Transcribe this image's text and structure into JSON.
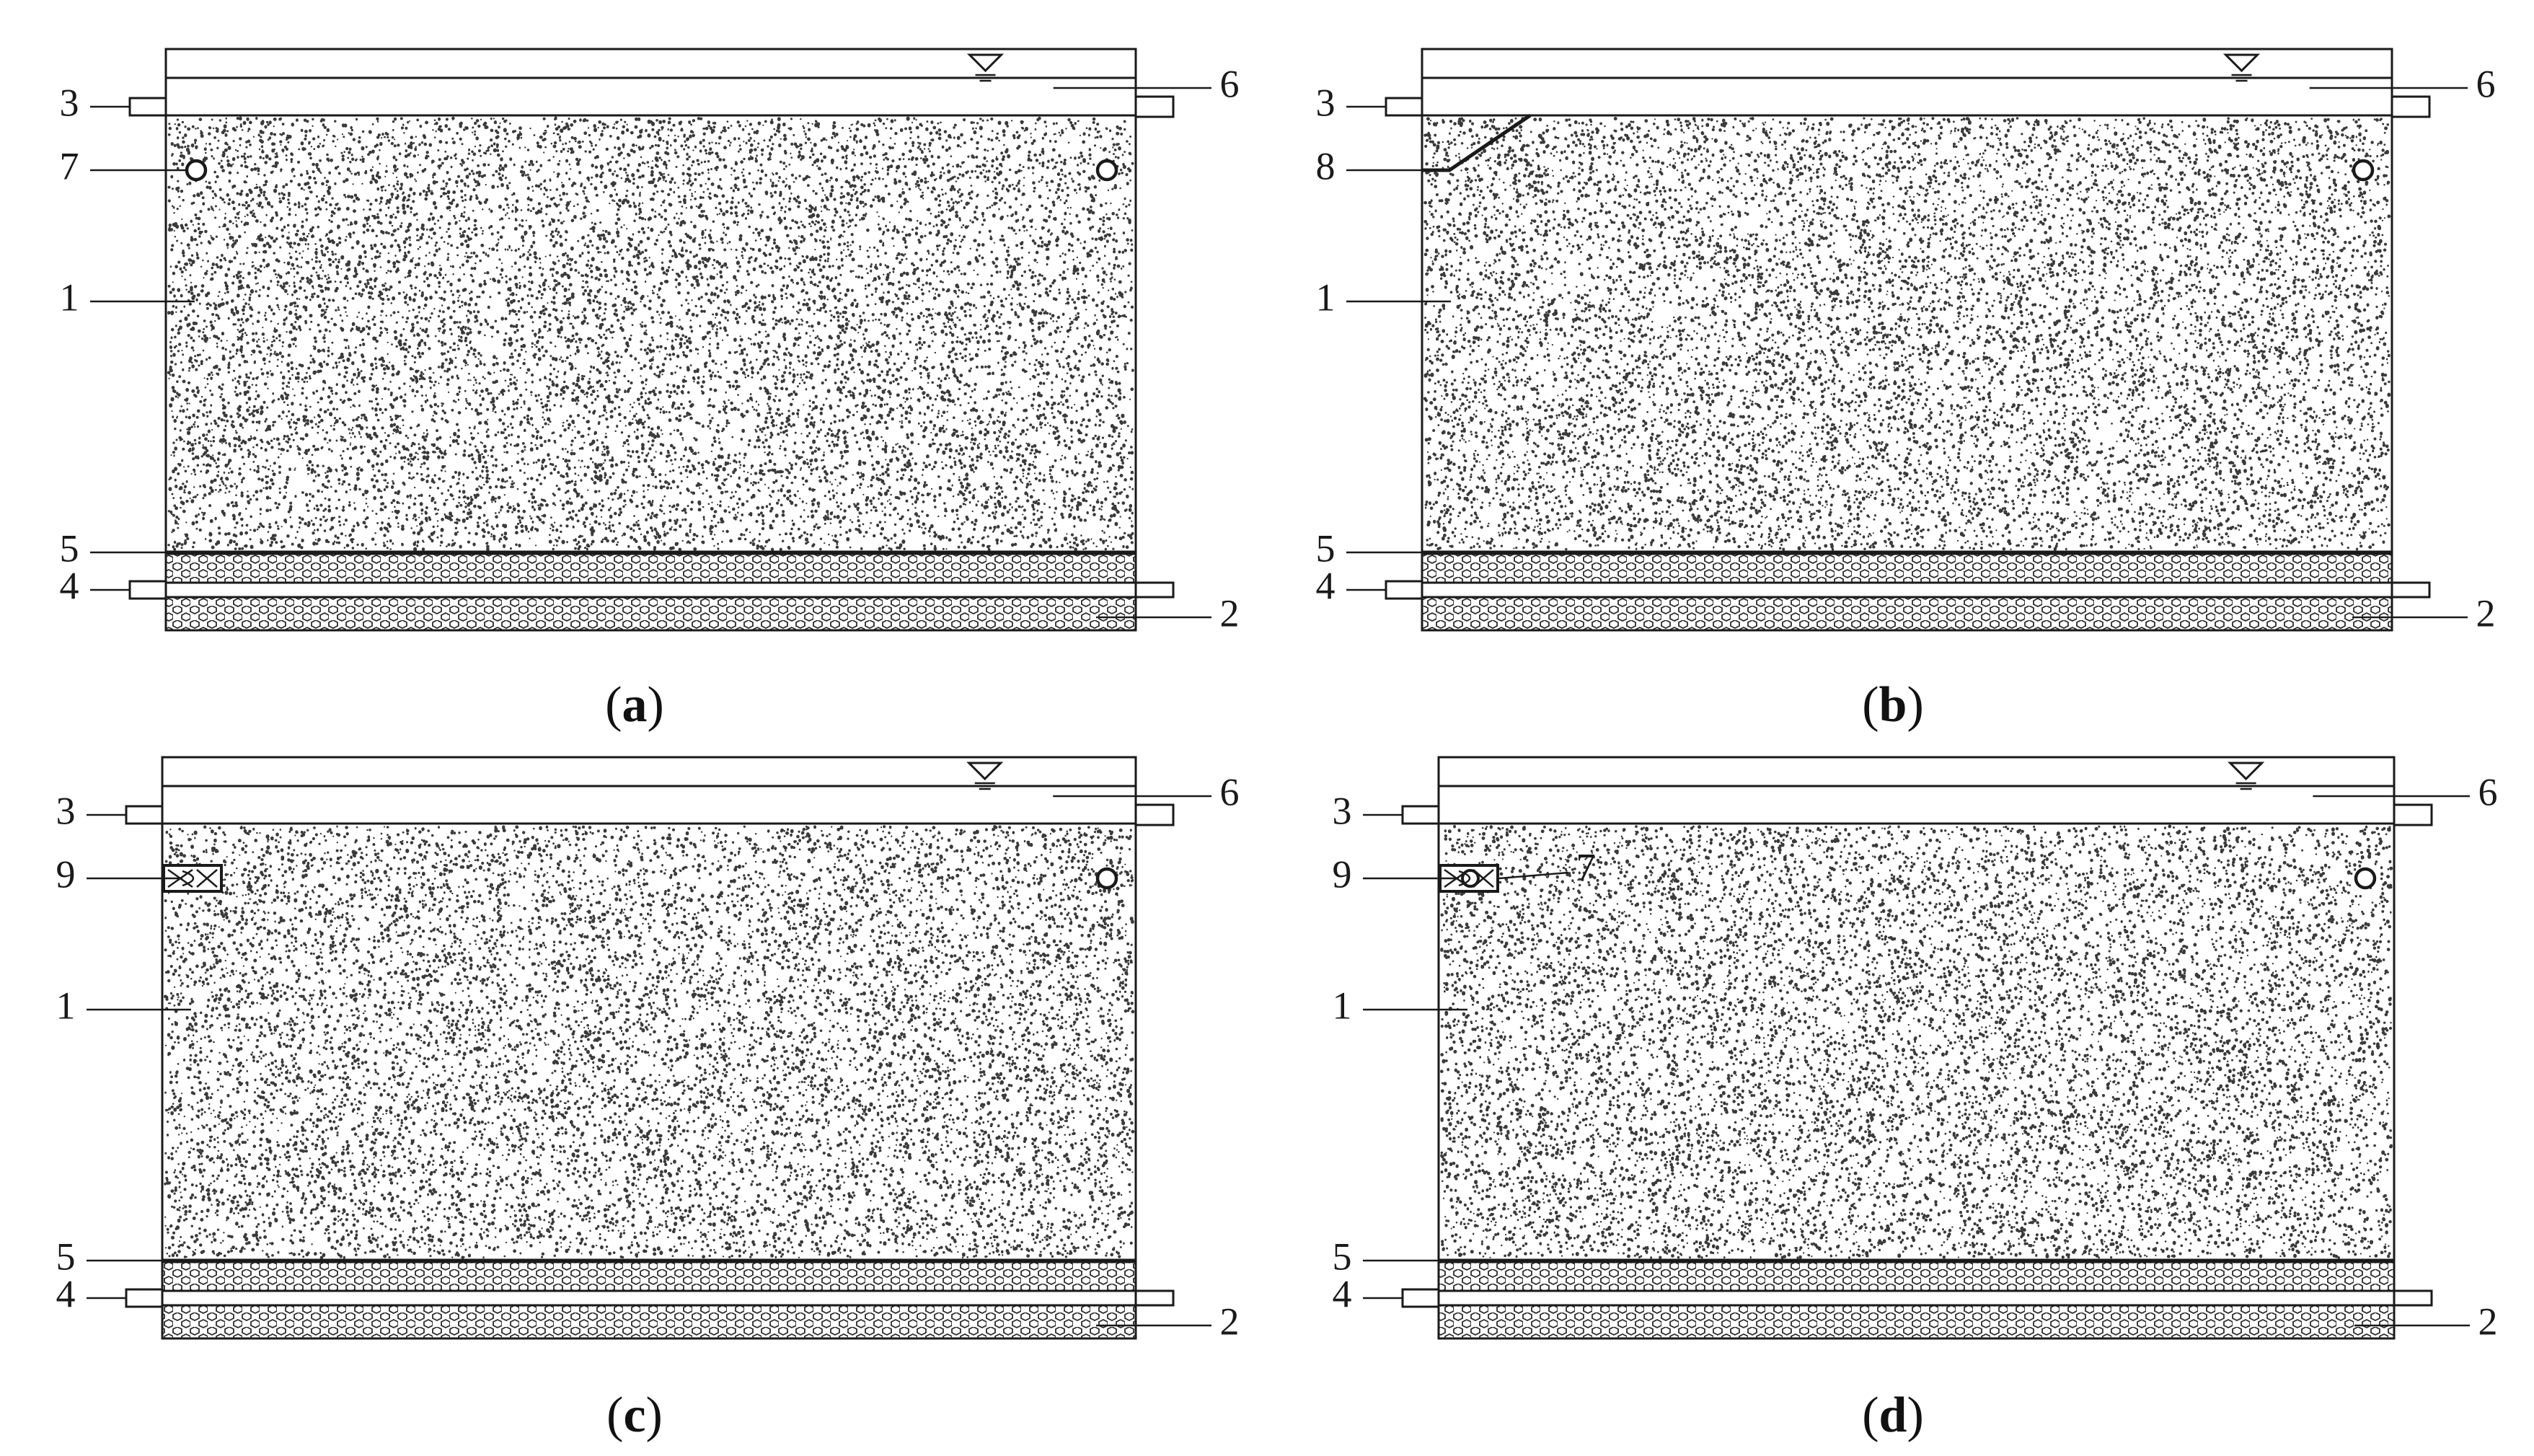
{
  "colors": {
    "line": "#1a1a1a",
    "sand_dots": "#3a3a3a",
    "gravel_cells": "#2a2a2a",
    "background": "#ffffff"
  },
  "panels": [
    {
      "id": "a",
      "caption": {
        "open": "(",
        "letter": "a",
        "close": ")"
      },
      "labels": {
        "l3": "3",
        "l1": "1",
        "l5": "5",
        "l4": "4",
        "l2": "2",
        "l6": "6",
        "upper_left": "7",
        "upper_left_extra": ""
      },
      "left_element": "circle",
      "right_element": "circle",
      "water_level_icon": "water-level-icon"
    },
    {
      "id": "b",
      "caption": {
        "open": "(",
        "letter": "b",
        "close": ")"
      },
      "labels": {
        "l3": "3",
        "l1": "1",
        "l5": "5",
        "l4": "4",
        "l2": "2",
        "l6": "6",
        "upper_left": "8",
        "upper_left_extra": ""
      },
      "left_element": "baffle",
      "right_element": "circle",
      "water_level_icon": "water-level-icon"
    },
    {
      "id": "c",
      "caption": {
        "open": "(",
        "letter": "c",
        "close": ")"
      },
      "labels": {
        "l3": "3",
        "l1": "1",
        "l5": "5",
        "l4": "4",
        "l2": "2",
        "l6": "6",
        "upper_left": "9",
        "upper_left_extra": ""
      },
      "left_element": "box",
      "right_element": "circle",
      "water_level_icon": "water-level-icon"
    },
    {
      "id": "d",
      "caption": {
        "open": "(",
        "letter": "d",
        "close": ")"
      },
      "labels": {
        "l3": "3",
        "l1": "1",
        "l5": "5",
        "l4": "4",
        "l2": "2",
        "l6": "6",
        "upper_left": "9",
        "upper_left_extra": "7"
      },
      "left_element": "box-with-circle",
      "right_element": "circle",
      "water_level_icon": "water-level-icon"
    }
  ]
}
